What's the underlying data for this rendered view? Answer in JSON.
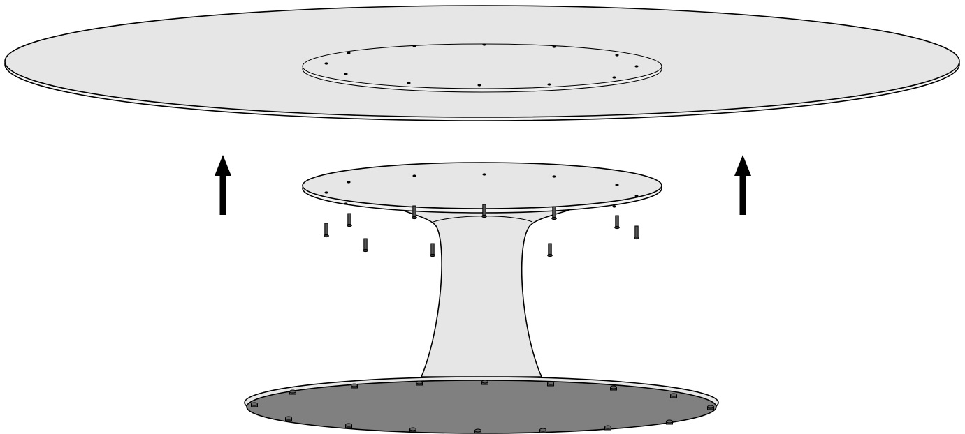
{
  "figure": {
    "subject": "table-assembly-exploded-view",
    "text_labels": []
  },
  "colors": {
    "tabletop_face": "#e6e6e6",
    "tabletop_edge": "#f4f4f4",
    "underside": "#808080",
    "line": "#000000",
    "arrow": "#000000",
    "background": "#ffffff"
  },
  "components": {
    "tabletop": {
      "name": "tabletop",
      "mounting_holes": 12
    },
    "pedestal_base": {
      "name": "pedestal-base",
      "top_plate_holes": 12,
      "bottom_feet": 18
    },
    "screws": {
      "name": "mounting-screw",
      "count": 12
    },
    "arrows": {
      "name": "lift-direction-arrow",
      "count": 2,
      "direction": "up"
    }
  }
}
